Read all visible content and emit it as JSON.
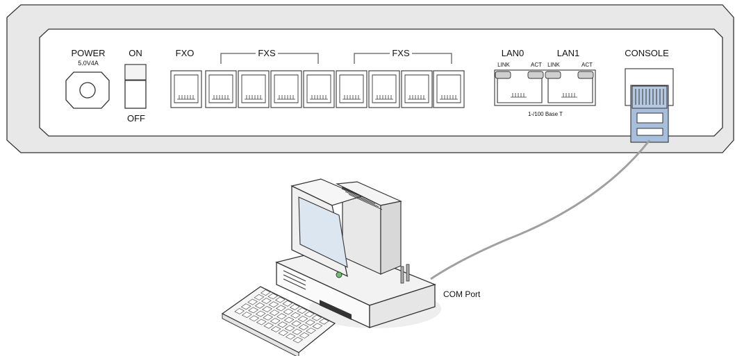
{
  "device": {
    "power_label": "POWER",
    "power_rating": "5.0V4A",
    "switch_on_label": "ON",
    "switch_off_label": "OFF",
    "fxo_label": "FXO",
    "fxs_group1_label": "FXS",
    "fxs_group2_label": "FXS",
    "lan0_label": "LAN0",
    "lan1_label": "LAN1",
    "lan0_link_label": "LINK",
    "lan0_act_label": "ACT",
    "lan1_link_label": "LINK",
    "lan1_act_label": "ACT",
    "lan_speed_label": "1-/100 Base T",
    "console_label": "CONSOLE"
  },
  "computer": {
    "com_port_label": "COM Port"
  },
  "colors": {
    "panel_fill": "#e8e8e8",
    "outline": "#333333",
    "connector_blue": "#a7bfdc",
    "cable_gray": "#a0a0a0",
    "monitor_screen": "#dbe6f0"
  }
}
